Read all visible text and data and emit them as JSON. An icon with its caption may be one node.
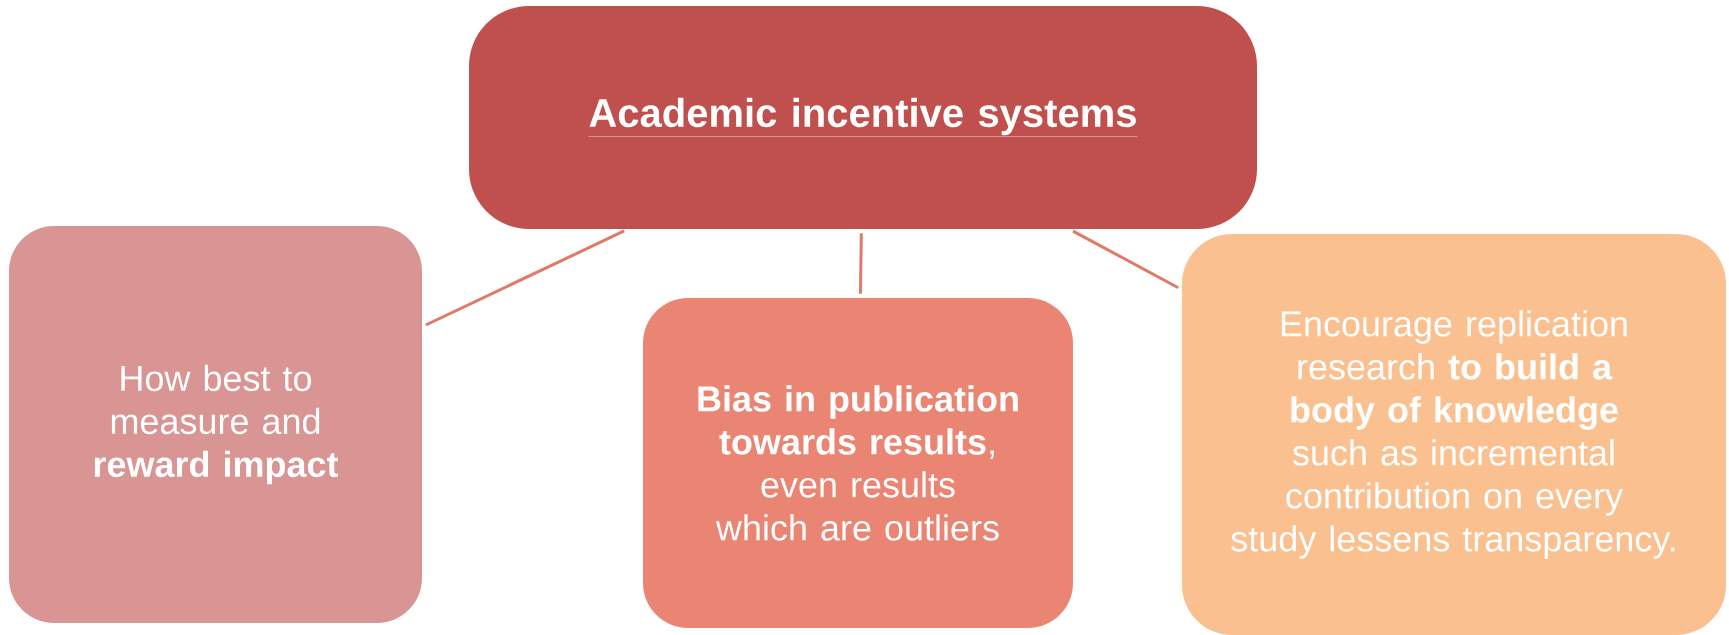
{
  "diagram": {
    "nodes": [
      {
        "text": [
          "Academic incentive systems"
        ]
      },
      {
        "text": [
          "How best to measure and **reward impact**"
        ]
      },
      {
        "text": [
          "**Bias in publication towards results**, even results which are outliers"
        ]
      },
      {
        "text": [
          "Encourage replication research **to build a body of knowledge** such as incremental contribution on every study lessens transparency."
        ]
      }
    ],
    "edges": [
      {
        "from": 0,
        "to": 1,
        "arrow": "none"
      },
      {
        "from": 0,
        "to": 2,
        "arrow": "none"
      },
      {
        "from": 0,
        "to": 3,
        "arrow": "none"
      }
    ]
  }
}
